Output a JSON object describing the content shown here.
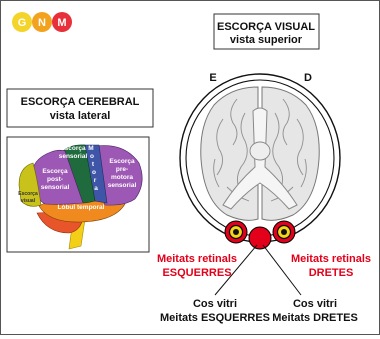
{
  "logo": {
    "letters": [
      "G",
      "N",
      "M"
    ],
    "colors": [
      "#f5d42a",
      "#f2a21c",
      "#e8303a"
    ]
  },
  "visual_box": {
    "title": "ESCORÇA VISUAL",
    "subtitle": "vista superior"
  },
  "cerebral_box": {
    "title": "ESCORÇA CEREBRAL",
    "subtitle": "vista lateral"
  },
  "brain_labels": {
    "motora_1": "M",
    "motora_2": "o",
    "motora_3": "t",
    "motora_4": "o",
    "motora_5": "r",
    "motora_6": "a",
    "sensorial_1": "Escorça",
    "sensorial_2": "sensorial",
    "premotora_1": "Escorça",
    "premotora_2": "pre-",
    "premotora_3": "motora",
    "premotora_4": "sensorial",
    "postsensorial_1": "Escorça",
    "postsensorial_2": "post-",
    "postsensorial_3": "sensorial",
    "visual_1": "Escorça",
    "visual_2": "visual",
    "temporal": "Lòbul temporal"
  },
  "side_labels": {
    "left": "E",
    "right": "D"
  },
  "retinal_left": {
    "line1": "Meitats retinals",
    "line2": "ESQUERRES"
  },
  "retinal_right": {
    "line1": "Meitats retinals",
    "line2": "DRETES"
  },
  "callout_left": {
    "line1": "Cos vitri",
    "line2": "Meitats ESQUERRES"
  },
  "callout_right": {
    "line1": "Cos vitri",
    "line2": "Meitats DRETES"
  },
  "colors": {
    "frontal": "#9c58b4",
    "sensory": "#1f6b3d",
    "motor": "#3f56a8",
    "occipital": "#c9c21a",
    "temporal": "#f08a1f",
    "stem": "#f3cf17",
    "cerebellum": "#e9552a",
    "retinal_red": "#e2001a"
  }
}
